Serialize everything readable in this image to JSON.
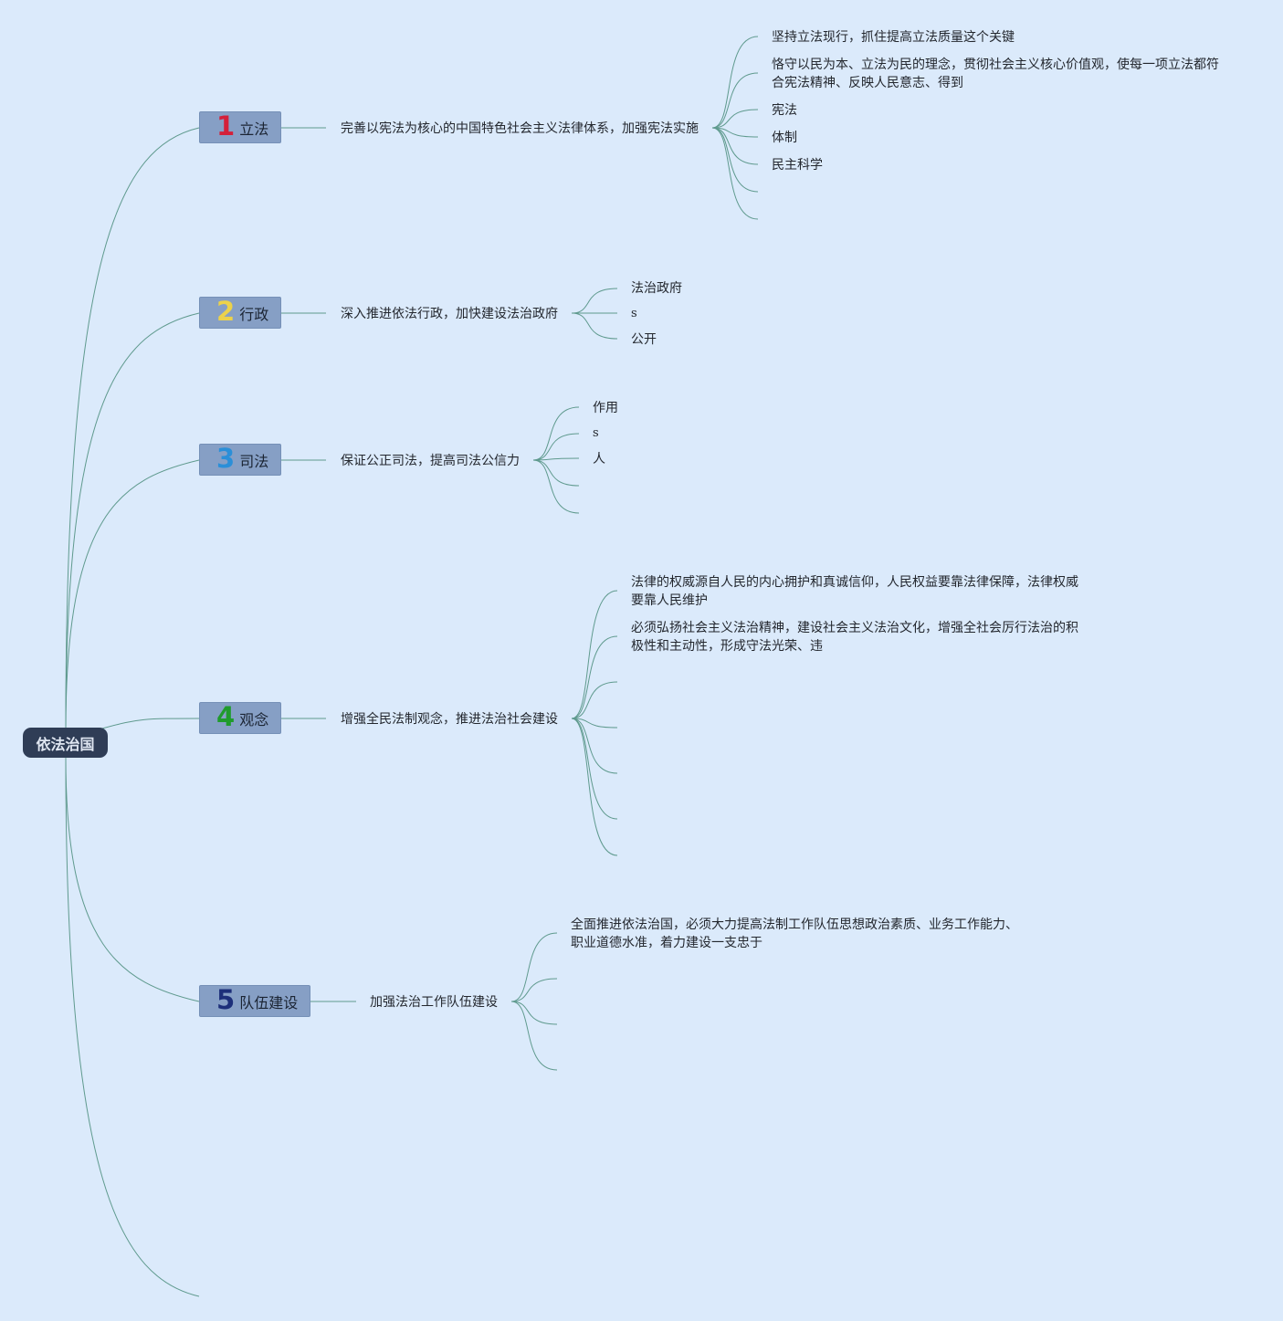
{
  "root": "依法治国",
  "branches": [
    {
      "num": "1",
      "num_color": "#d4203a",
      "label": "立法",
      "sub": "完善以宪法为核心的中国特色社会主义法律体系，加强宪法实施",
      "leaves": [
        "坚持立法现行，抓住提高立法质量这个关键",
        "恪守以民为本、立法为民的理念，贯彻社会主义核心价值观，使每一项立法都符合宪法精神、反映人民意志、得到",
        "宪法",
        "体制",
        "民主科学",
        "",
        ""
      ]
    },
    {
      "num": "2",
      "num_color": "#ecd24a",
      "label": "行政",
      "sub": "深入推进依法行政，加快建设法治政府",
      "leaves": [
        "法治政府",
        "s",
        "公开"
      ]
    },
    {
      "num": "3",
      "num_color": "#2b8fd8",
      "label": "司法",
      "sub": "保证公正司法，提高司法公信力",
      "leaves": [
        "作用",
        "s",
        "人",
        "",
        ""
      ]
    },
    {
      "num": "4",
      "num_color": "#1f9b2c",
      "label": "观念",
      "sub": "增强全民法制观念，推进法治社会建设",
      "leaves": [
        "法律的权威源自人民的内心拥护和真诚信仰，人民权益要靠法律保障，法律权威要靠人民维护",
        "必须弘扬社会主义法治精神，建设社会主义法治文化，增强全社会厉行法治的积极性和主动性，形成守法光荣、违",
        "",
        "",
        "",
        "",
        ""
      ]
    },
    {
      "num": "5",
      "num_color": "#1d2f7a",
      "label": "队伍建设",
      "sub": "加强法治工作队伍建设",
      "leaves": [
        "全面推进依法治国，必须大力提高法制工作队伍思想政治素质、业务工作能力、职业道德水准，着力建设一支忠于",
        "",
        "",
        ""
      ]
    }
  ],
  "colors": {
    "background": "#dbeafb",
    "root": "#2f3d56",
    "branch": "#869fc5",
    "connector": "#5f9a8e"
  }
}
